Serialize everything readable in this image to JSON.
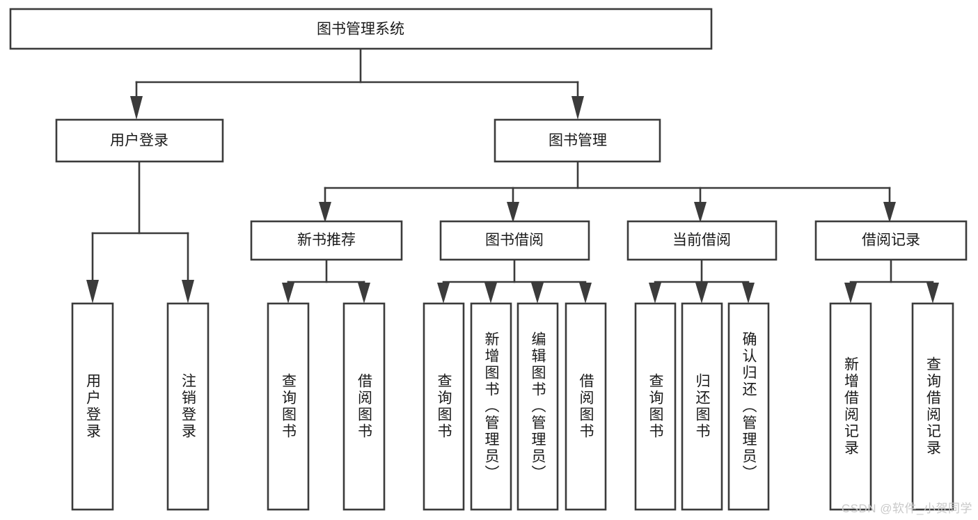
{
  "diagram": {
    "title": "图书管理系统",
    "type": "tree-hierarchy-diagram",
    "colors": {
      "box_stroke": "#3b3b3b",
      "box_fill": "#ffffff",
      "text": "#1a1a1a",
      "background": "#ffffff",
      "watermark": "#c9c9c9"
    }
  },
  "root": {
    "label": "图书管理系统"
  },
  "level2": [
    {
      "id": "user-login",
      "label": "用户登录"
    },
    {
      "id": "book-management",
      "label": "图书管理"
    }
  ],
  "level3": [
    {
      "id": "new-book-recommend",
      "label": "新书推荐"
    },
    {
      "id": "book-borrow",
      "label": "图书借阅"
    },
    {
      "id": "current-borrow",
      "label": "当前借阅"
    },
    {
      "id": "borrow-record",
      "label": "借阅记录"
    }
  ],
  "leaves": {
    "user_login": [
      {
        "id": "leaf-user-login",
        "label": "用户登录"
      },
      {
        "id": "leaf-logout-login",
        "label": "注销登录"
      }
    ],
    "new_book_recommend": [
      {
        "id": "leaf-query-book-1",
        "label": "查询图书"
      },
      {
        "id": "leaf-borrow-book-1",
        "label": "借阅图书"
      }
    ],
    "book_borrow": [
      {
        "id": "leaf-query-book-2",
        "label": "查询图书"
      },
      {
        "id": "leaf-add-book",
        "label": "新增图书（管理员）"
      },
      {
        "id": "leaf-edit-book",
        "label": "编辑图书（管理员）"
      },
      {
        "id": "leaf-borrow-book-2",
        "label": "借阅图书"
      }
    ],
    "current_borrow": [
      {
        "id": "leaf-query-book-3",
        "label": "查询图书"
      },
      {
        "id": "leaf-return-book",
        "label": "归还图书"
      },
      {
        "id": "leaf-confirm-return",
        "label": "确认归还（管理员）"
      }
    ],
    "borrow_record": [
      {
        "id": "leaf-add-record",
        "label": "新增借阅记录"
      },
      {
        "id": "leaf-query-record",
        "label": "查询借阅记录"
      }
    ]
  },
  "watermark": {
    "text": "CSDN @软件_小贺同学"
  }
}
